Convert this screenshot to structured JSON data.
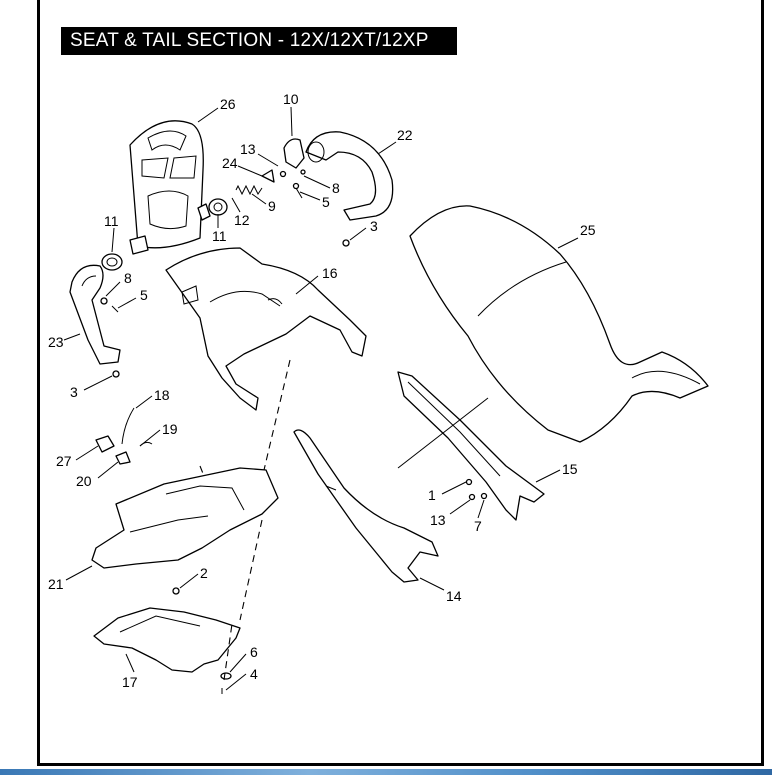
{
  "title": "SEAT & TAIL SECTION - 12X/12XT/12XP",
  "callouts": [
    "26",
    "10",
    "22",
    "13",
    "24",
    "8",
    "9",
    "12",
    "5",
    "11",
    "11",
    "3",
    "25",
    "8",
    "5",
    "16",
    "23",
    "3",
    "18",
    "19",
    "27",
    "20",
    "1",
    "15",
    "13",
    "7",
    "21",
    "2",
    "14",
    "6",
    "4",
    "17"
  ]
}
